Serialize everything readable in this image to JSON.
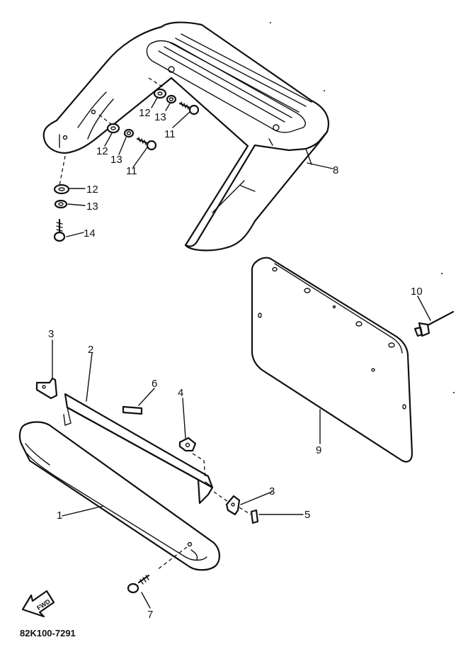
{
  "diagram": {
    "drawing_code": "82K100-7291",
    "fwd_label": "FWD",
    "callouts": [
      "1",
      "2",
      "3",
      "3",
      "4",
      "5",
      "6",
      "7",
      "8",
      "9",
      "10",
      "11",
      "11",
      "12",
      "12",
      "12",
      "13",
      "13",
      "13",
      "14"
    ]
  }
}
